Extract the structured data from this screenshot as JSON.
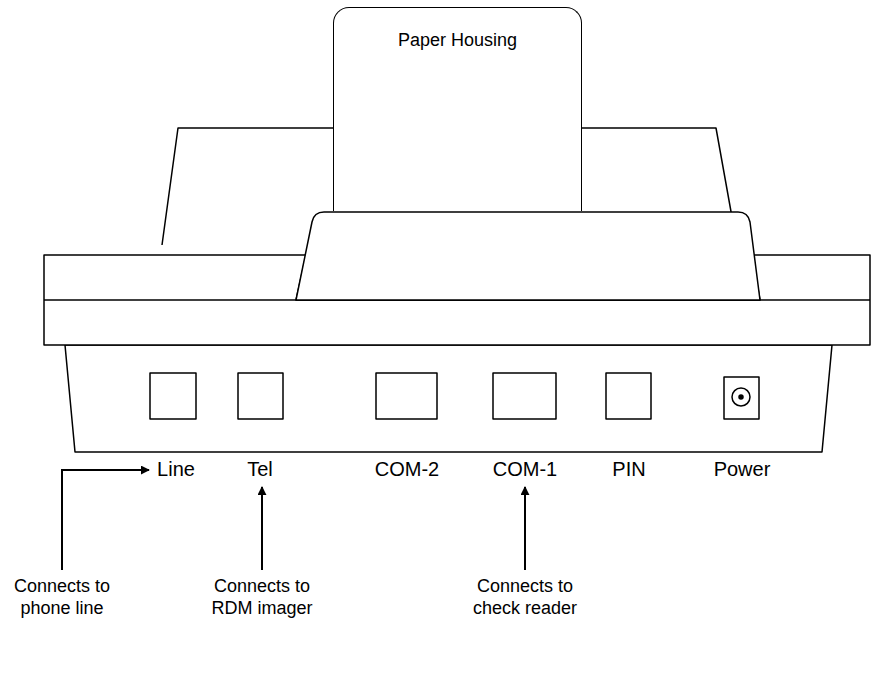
{
  "diagram": {
    "nodes": [
      {
        "text": [
          "Paper Housing"
        ]
      }
    ],
    "labels": [
      "Line",
      "Tel",
      "COM-2",
      "COM-1",
      "PIN",
      "Power",
      "Connects to phone line",
      "Connects to RDM imager",
      "Connects to check reader"
    ]
  }
}
